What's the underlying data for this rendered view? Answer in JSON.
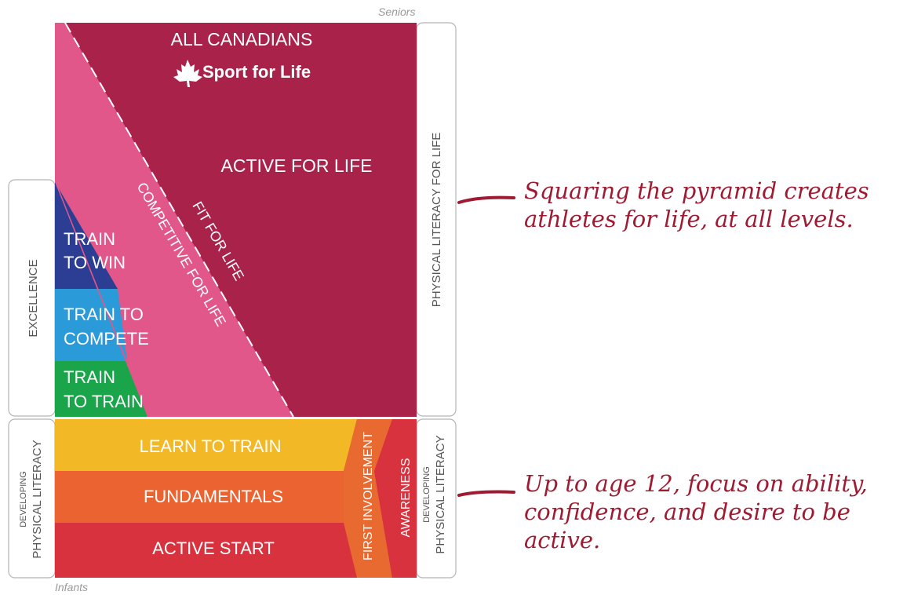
{
  "ages": {
    "top": "Seniors",
    "bottom": "Infants"
  },
  "header": {
    "title": "ALL CANADIANS",
    "logo_text": "Sport for Life"
  },
  "stages": {
    "active_for_life": "ACTIVE FOR LIFE",
    "fit_for_life": "FIT FOR LIFE",
    "competitive_for_life": "COMPETITIVE FOR LIFE",
    "train_to_win": [
      "TRAIN",
      "TO WIN"
    ],
    "train_to_compete": [
      "TRAIN TO",
      "COMPETE"
    ],
    "train_to_train": [
      "TRAIN",
      "TO TRAIN"
    ],
    "learn_to_train": "LEARN TO TRAIN",
    "fundamentals": "FUNDAMENTALS",
    "active_start": "ACTIVE START",
    "first_involvement": "FIRST INVOLVEMENT",
    "awareness": "AWARENESS"
  },
  "side_labels": {
    "excellence": "EXCELLENCE",
    "developing_left": [
      "DEVELOPING",
      "PHYSICAL LITERACY"
    ],
    "physical_literacy_for_life": "PHYSICAL LITERACY FOR LIFE",
    "developing_right": [
      "DEVELOPING",
      "PHYSICAL LITERACY"
    ]
  },
  "annotations": {
    "top_note": [
      "Squaring the pyramid creates",
      "athletes for life, at all levels."
    ],
    "bottom_note": [
      "Up to age 12, focus on ability,",
      "confidence, and desire to be active."
    ]
  },
  "colors": {
    "active_for_life": "#a8224a",
    "competitive_pink": "#e2578a",
    "train_to_win": "#2c3e93",
    "train_to_compete": "#2a9ad8",
    "train_to_train": "#1aa54a",
    "learn_to_train": "#f2b826",
    "fundamentals": "#ea6330",
    "active_start": "#d8323f",
    "first_involvement": "#e86a30",
    "awareness": "#d8323f",
    "annotation": "#9e1b32"
  }
}
